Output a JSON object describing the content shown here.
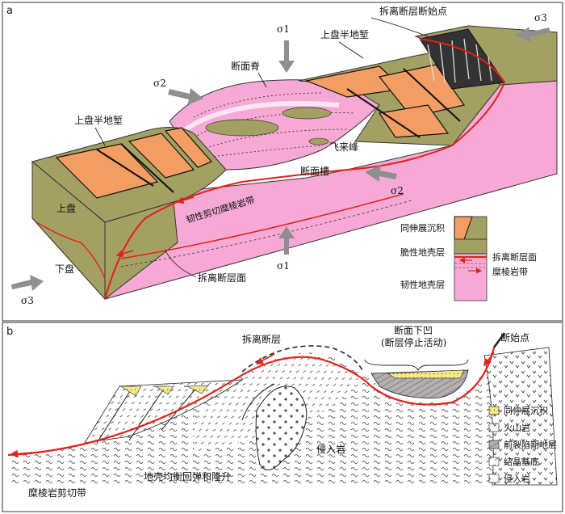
{
  "panel_a": {
    "letter": "a",
    "labels": {
      "detachment_start": "拆离断层断始点",
      "hanging_halfgraben_right": "上盘半地堑",
      "hanging_halfgraben_left": "上盘半地堑",
      "ridge": "断面脊",
      "trough": "断面槽",
      "klippe": "飞来峰",
      "hanging_wall": "上盘",
      "footwall": "下盘",
      "mylonite_zone": "韧性剪切糜棱岩带",
      "detachment_surface": "拆离断层面"
    },
    "stress": {
      "s1_top": "σ1",
      "s1_bottom": "σ1",
      "s2_left": "σ2",
      "s2_right": "σ2",
      "s3_right": "σ3",
      "s3_left": "σ3"
    },
    "legend": {
      "syn_extension": "同伸展沉积",
      "brittle_crust": "脆性地壳层",
      "ductile_crust": "韧性地壳层",
      "detachment_face": "拆离断层面",
      "mylonite_band": "糜棱岩带"
    },
    "colors": {
      "olive": "#a3a063",
      "orange": "#f19d63",
      "pink": "#f6a9d4",
      "red": "#e32119",
      "arrow": "#8f8f8f"
    }
  },
  "panel_b": {
    "letter": "b",
    "labels": {
      "detachment_fault": "拆离断层",
      "depression_line1": "断面下凹",
      "depression_line2": "(断层停止活动)",
      "fault_start": "断始点",
      "intrusion": "侵入岩",
      "mylonite_shear": "糜棱岩剪切带",
      "isostatic": "地壳均衡回弹和隆升"
    },
    "legend": [
      {
        "key": "syn",
        "label": "同伸展沉积"
      },
      {
        "key": "volcanic",
        "label": "火山岩"
      },
      {
        "key": "prerift",
        "label": "前裂陷期地层"
      },
      {
        "key": "basement",
        "label": "结晶基底"
      },
      {
        "key": "intrusive",
        "label": "侵入岩"
      }
    ],
    "colors": {
      "syn": "#f6e98a",
      "prerift": "#b5b0b0",
      "red": "#e32119"
    }
  }
}
